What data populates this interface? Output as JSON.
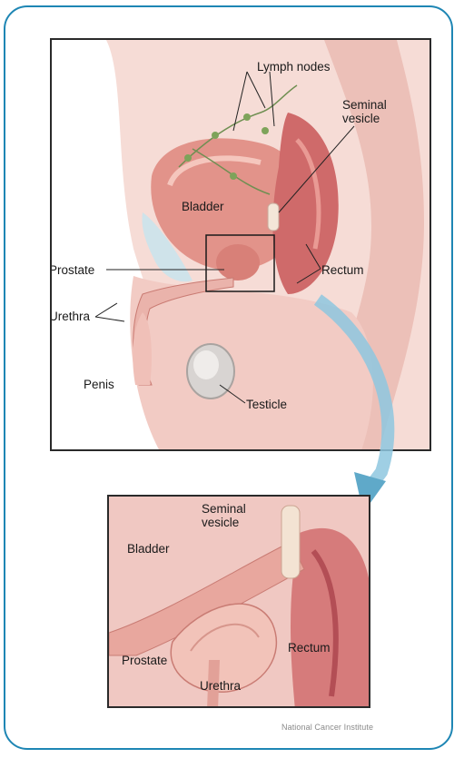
{
  "top_labels": {
    "lymph_nodes": "Lymph nodes",
    "seminal_vesicle_1": "Seminal",
    "seminal_vesicle_2": "vesicle",
    "bladder": "Bladder",
    "prostate": "Prostate",
    "rectum": "Rectum",
    "urethra": "Urethra",
    "penis": "Penis",
    "testicle": "Testicle"
  },
  "detail_labels": {
    "seminal_vesicle_1": "Seminal",
    "seminal_vesicle_2": "vesicle",
    "bladder": "Bladder",
    "prostate": "Prostate",
    "rectum": "Rectum",
    "urethra": "Urethra"
  },
  "credit": "National Cancer Institute",
  "colors": {
    "frame": "#1e86b4",
    "tissue_light": "#f3c9c1",
    "tissue_mid": "#e79a8f",
    "tissue_dark": "#c4545a",
    "arrow": "#8ec7df"
  }
}
